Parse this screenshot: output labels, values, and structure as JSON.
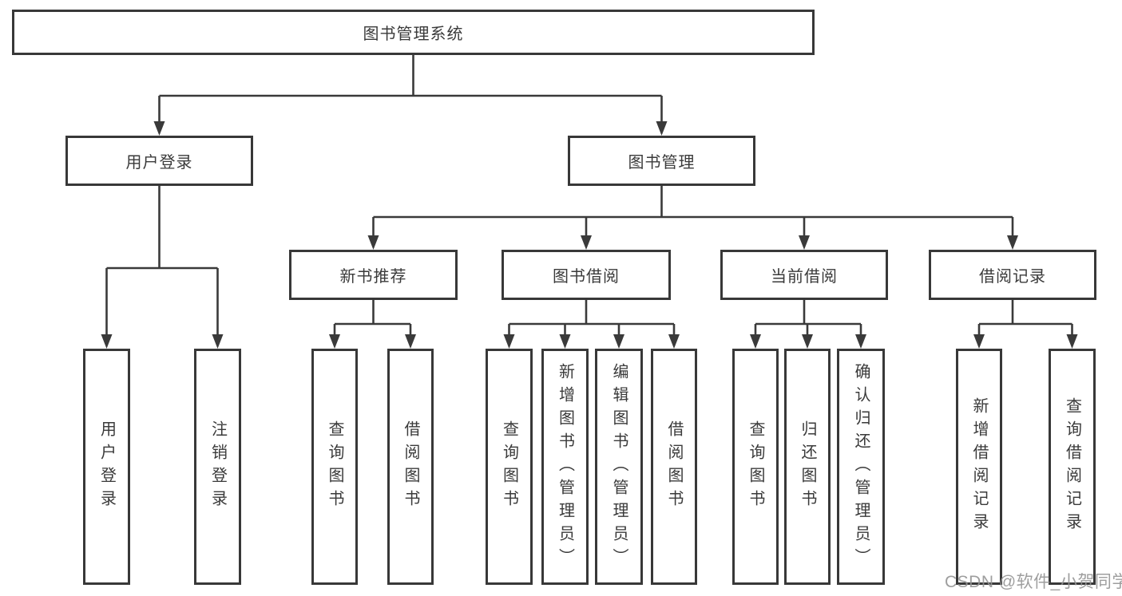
{
  "diagram": {
    "title": "图书管理系统",
    "root": {
      "label": "图书管理系统"
    },
    "branches": [
      {
        "label": "用户登录",
        "children": [
          "用户登录",
          "注销登录"
        ]
      },
      {
        "label": "图书管理",
        "groups": [
          {
            "label": "新书推荐",
            "children": [
              "查询图书",
              "借阅图书"
            ]
          },
          {
            "label": "图书借阅",
            "children": [
              "查询图书",
              "新增图书（管理员）",
              "编辑图书（管理员）",
              "借阅图书"
            ]
          },
          {
            "label": "当前借阅",
            "children": [
              "查询图书",
              "归还图书",
              "确认归还（管理员）"
            ]
          },
          {
            "label": "借阅记录",
            "children": [
              "新增借阅记录",
              "查询借阅记录"
            ]
          }
        ]
      }
    ]
  },
  "watermark": "CSDN @软件_小贺同学",
  "colors": {
    "line": "#3a3a3a",
    "border": "#383838",
    "text": "#3a3a3a",
    "background": "#ffffff",
    "watermark": "#949494"
  }
}
